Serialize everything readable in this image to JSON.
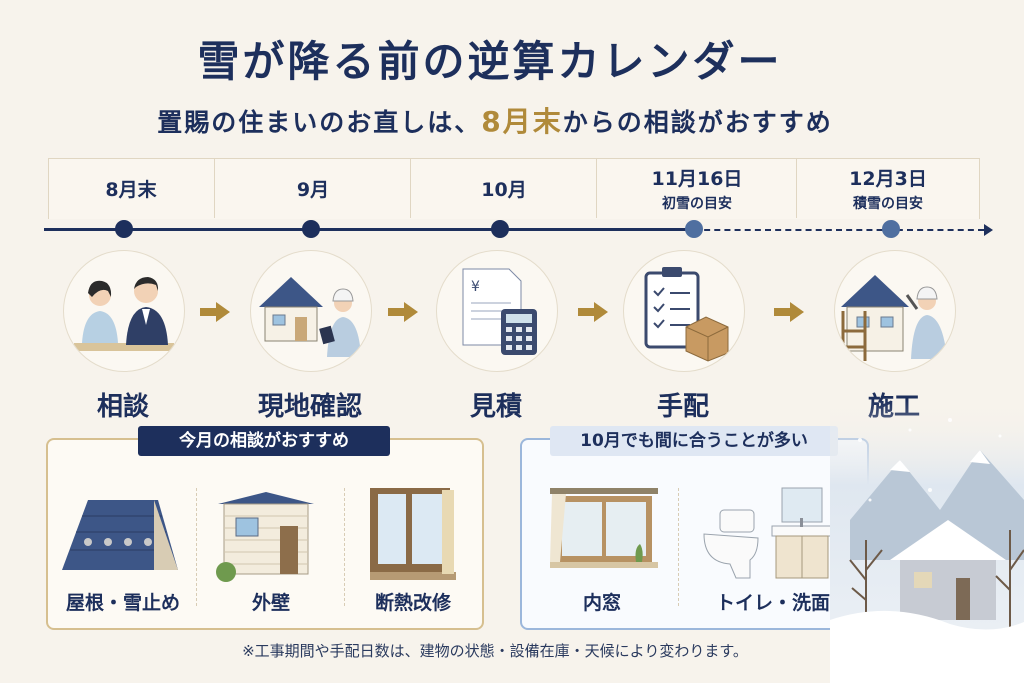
{
  "header": {
    "title": "雪が降る前の逆算カレンダー",
    "subtitle_before": "置賜の住まいのお直しは、",
    "subtitle_highlight": "8月末",
    "subtitle_after": "からの相談がおすすめ"
  },
  "timeline": [
    {
      "date": "8月末",
      "note": ""
    },
    {
      "date": "9月",
      "note": ""
    },
    {
      "date": "10月",
      "note": ""
    },
    {
      "date": "11月16日",
      "note": "初雪の目安"
    },
    {
      "date": "12月3日",
      "note": "積雪の目安"
    }
  ],
  "steps": [
    {
      "label": "相談",
      "icon": "consultation-icon"
    },
    {
      "label": "現地確認",
      "icon": "site-inspection-icon"
    },
    {
      "label": "見積",
      "icon": "estimate-icon"
    },
    {
      "label": "手配",
      "icon": "arrangement-icon"
    },
    {
      "label": "施工",
      "icon": "construction-icon"
    }
  ],
  "recommend_box": {
    "heading": "今月の相談がおすすめ",
    "items": [
      {
        "label": "屋根・雪止め",
        "icon": "roof-icon"
      },
      {
        "label": "外壁",
        "icon": "exterior-wall-icon"
      },
      {
        "label": "断熱改修",
        "icon": "insulation-window-icon"
      }
    ]
  },
  "october_box": {
    "heading": "10月でも間に合うことが多い",
    "items": [
      {
        "label": "内窓",
        "icon": "inner-window-icon"
      },
      {
        "label": "トイレ・洗面",
        "icon": "toilet-sink-icon"
      }
    ]
  },
  "footnote": "※工事期間や手配日数は、建物の状態・設備在庫・天候により変わります。",
  "colors": {
    "navy": "#1d2f5c",
    "gold": "#b08a3a",
    "background": "#f7f3ec",
    "light_blue_border": "#9cb7db"
  }
}
